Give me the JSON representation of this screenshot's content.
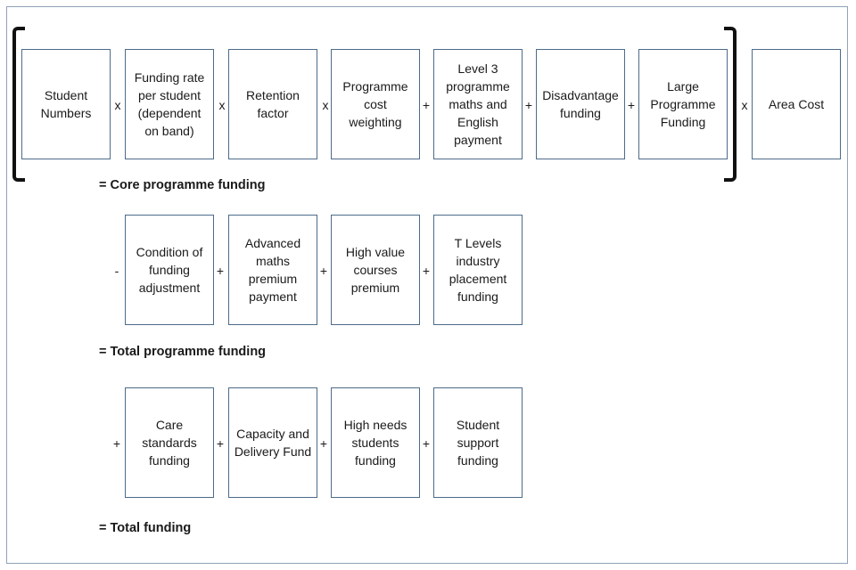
{
  "row1": {
    "boxes": [
      "Student\nNumbers",
      "Funding rate\nper student\n(dependent\non band)",
      "Retention\nfactor",
      "Programme\ncost\nweighting",
      "Level 3\nprogramme\nmaths and\nEnglish\npayment",
      "Disadvantage\nfunding",
      "Large\nProgramme\nFunding",
      "Area Cost"
    ],
    "operators": [
      "x",
      "x",
      "x",
      "+",
      "+",
      "+",
      "x"
    ],
    "result": "= Core programme funding"
  },
  "row2": {
    "leading_operator": "-",
    "boxes": [
      "Condition of\nfunding\nadjustment",
      "Advanced\nmaths\npremium\npayment",
      "High value\ncourses\npremium",
      "T Levels\nindustry\nplacement\nfunding"
    ],
    "operators": [
      "+",
      "+",
      "+"
    ],
    "result": "= Total programme funding"
  },
  "row3": {
    "leading_operator": "+",
    "boxes": [
      "Care\nstandards\nfunding",
      "Capacity and\nDelivery Fund",
      "High needs\nstudents\nfunding",
      "Student\nsupport\nfunding"
    ],
    "operators": [
      "+",
      "+",
      "+"
    ],
    "result": "= Total funding"
  }
}
